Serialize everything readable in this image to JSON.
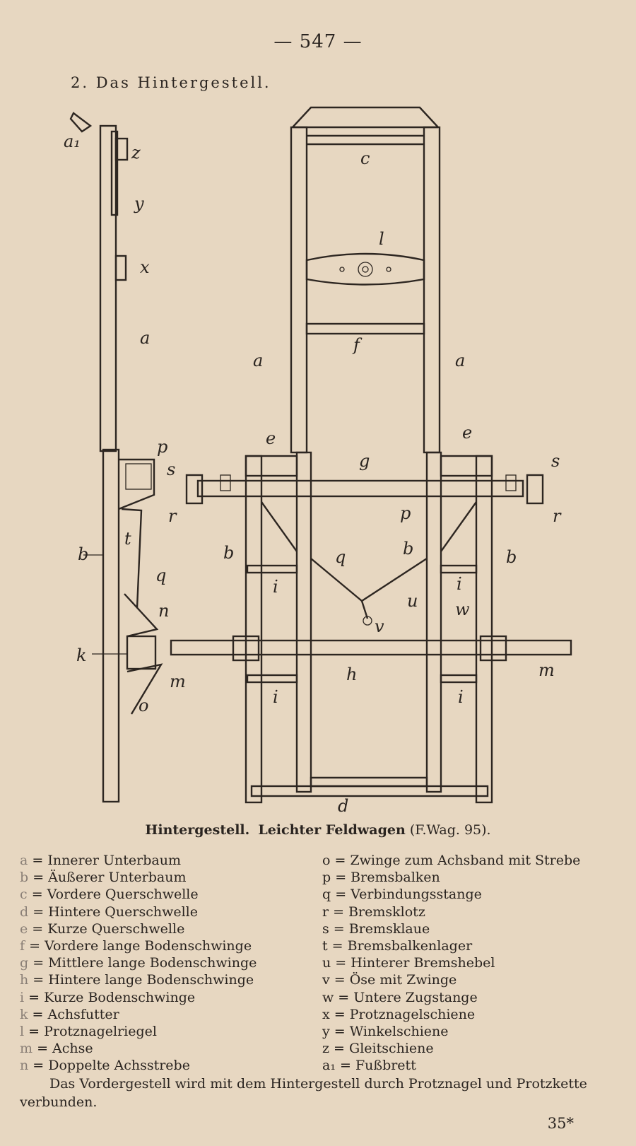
{
  "page": {
    "number": "— 547 —",
    "section_title": "2. Das Hintergestell."
  },
  "figure": {
    "labels": {
      "a1": "a₁",
      "z": "z",
      "y": "y",
      "x": "x",
      "a": "a",
      "b": "b",
      "c": "c",
      "d": "d",
      "e": "e",
      "f": "f",
      "g": "g",
      "h": "h",
      "i": "i",
      "k": "k",
      "l": "l",
      "m": "m",
      "n": "n",
      "o": "o",
      "p": "p",
      "q": "q",
      "r": "r",
      "s": "s",
      "t": "t",
      "u": "u",
      "v": "v",
      "w": "w"
    },
    "caption_title": "Hintergestell.",
    "caption_subtitle": "Leichter Feldwagen",
    "caption_ref": "(F.Wag. 95)."
  },
  "legend": {
    "left": [
      {
        "key": "a",
        "text": "Innerer Unterbaum"
      },
      {
        "key": "b",
        "text": "Äußerer Unterbaum"
      },
      {
        "key": "c",
        "text": "Vordere Querschwelle"
      },
      {
        "key": "d",
        "text": "Hintere Querschwelle"
      },
      {
        "key": "e",
        "text": "Kurze Querschwelle"
      },
      {
        "key": "f",
        "text": "Vordere lange Bodenschwinge"
      },
      {
        "key": "g",
        "text": "Mittlere lange Bodenschwinge"
      },
      {
        "key": "h",
        "text": "Hintere lange Bodenschwinge"
      },
      {
        "key": "i",
        "text": "Kurze Bodenschwinge"
      },
      {
        "key": "k",
        "text": "Achsfutter"
      },
      {
        "key": "l",
        "text": "Protznagelriegel"
      },
      {
        "key": "m",
        "text": "Achse"
      },
      {
        "key": "n",
        "text": "Doppelte Achsstrebe"
      }
    ],
    "right": [
      {
        "key": "o",
        "text": "Zwinge zum Achsband mit Strebe"
      },
      {
        "key": "p",
        "text": "Bremsbalken"
      },
      {
        "key": "q",
        "text": "Verbindungsstange"
      },
      {
        "key": "r",
        "text": "Bremsklotz"
      },
      {
        "key": "s",
        "text": "Bremsklaue"
      },
      {
        "key": "t",
        "text": "Bremsbalkenlager"
      },
      {
        "key": "u",
        "text": "Hinterer Bremshebel"
      },
      {
        "key": "v",
        "text": "Öse mit Zwinge"
      },
      {
        "key": "w",
        "text": "Untere Zugstange"
      },
      {
        "key": "x",
        "text": "Protznagelschiene"
      },
      {
        "key": "y",
        "text": "Winkelschiene"
      },
      {
        "key": "z",
        "text": "Gleitschiene"
      },
      {
        "key": "a1",
        "text": "Fußbrett"
      }
    ],
    "separator": " = "
  },
  "closing_text": "Das Vordergestell wird mit dem Hintergestell durch Protznagel und Protzkette verbunden.",
  "signature_mark": "35*"
}
